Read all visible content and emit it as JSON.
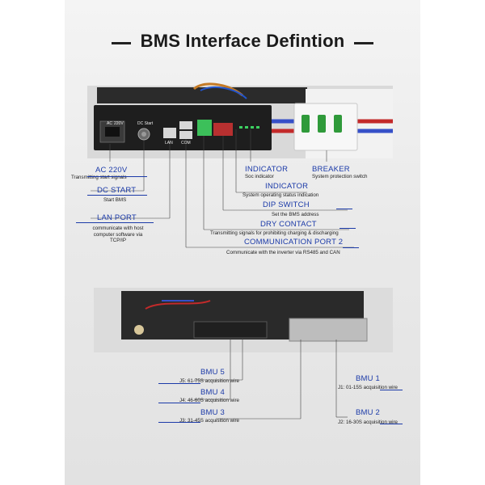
{
  "title": "BMS Interface Defintion",
  "top_unit": {
    "port_labels": {
      "ac": "AC",
      "voltage": "220V",
      "dc_start": "DC Start",
      "lan": "LAN",
      "com": "COM"
    },
    "callouts": [
      {
        "id": "ac-220v",
        "label": "AC 220V",
        "desc": "Transmitting start signals"
      },
      {
        "id": "dc-start",
        "label": "DC START",
        "desc": "Start BMS"
      },
      {
        "id": "lan-port",
        "label": "LAN PORT",
        "desc": "communicate with host\ncomputer software via\nTCP/IP"
      },
      {
        "id": "indicator-soc",
        "label": "INDICATOR",
        "desc": "Soc indicator"
      },
      {
        "id": "breaker",
        "label": "BREAKER",
        "desc": "System protection switch"
      },
      {
        "id": "indicator-status",
        "label": "INDICATOR",
        "desc": "System operating status indication"
      },
      {
        "id": "dip-switch",
        "label": "DIP SWITCH",
        "desc": "Set the BMS address"
      },
      {
        "id": "dry-contact",
        "label": "DRY CONTACT",
        "desc": "Transmitting signals for prohibiting charging & discharging"
      },
      {
        "id": "communication-port-2",
        "label": "COMMUNICATION PORT 2",
        "desc": "Communicate with the inverter via RS485 and CAN"
      }
    ]
  },
  "bottom_unit": {
    "callouts": [
      {
        "id": "bmu-5",
        "label": "BMU 5",
        "desc": "J5: 61-75S acquisition wire"
      },
      {
        "id": "bmu-4",
        "label": "BMU 4",
        "desc": "J4: 46-60S acquisition wire"
      },
      {
        "id": "bmu-3",
        "label": "BMU 3",
        "desc": "J3: 31-45S acquisition wire"
      },
      {
        "id": "bmu-1",
        "label": "BMU 1",
        "desc": "J1: 01-15S acquisition wire"
      },
      {
        "id": "bmu-2",
        "label": "BMU 2",
        "desc": "J2: 16-30S acquisition wire"
      }
    ]
  },
  "colors": {
    "label_blue": "#1b3aa8",
    "panel_gray": "#ececec",
    "breaker_green": "#2f9a3a",
    "terminal_green": "#3cc05a"
  }
}
